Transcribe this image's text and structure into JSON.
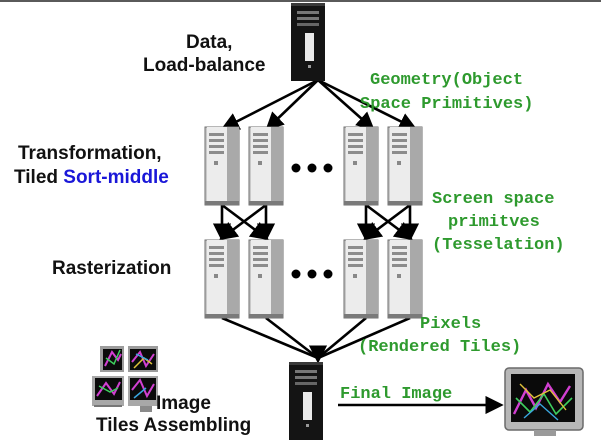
{
  "labels": {
    "data_line1": "Data,",
    "data_line2": "Load-balance",
    "transformation_line1": "Transformation,",
    "transformation_tiled": "Tiled",
    "transformation_sort": "Sort-middle",
    "rasterization": "Rasterization",
    "image_line1": "Image",
    "image_line2": "Tiles Assembling"
  },
  "annotations": {
    "geometry_line1": "Geometry(Object",
    "geometry_line2": "Space Primitives)",
    "screen_line1": "Screen space",
    "screen_line2": "primitves",
    "screen_line3": "(Tesselation)",
    "pixels_line1": "Pixels",
    "pixels_line2": "(Rendered Tiles)",
    "final_image": "Final Image"
  },
  "colors": {
    "annotation_green": "#2e9a2e",
    "sort_middle_blue": "#1a17d8",
    "server_body": "#c9c9c9",
    "server_front": "#ececec",
    "server_dark": "#151515"
  }
}
